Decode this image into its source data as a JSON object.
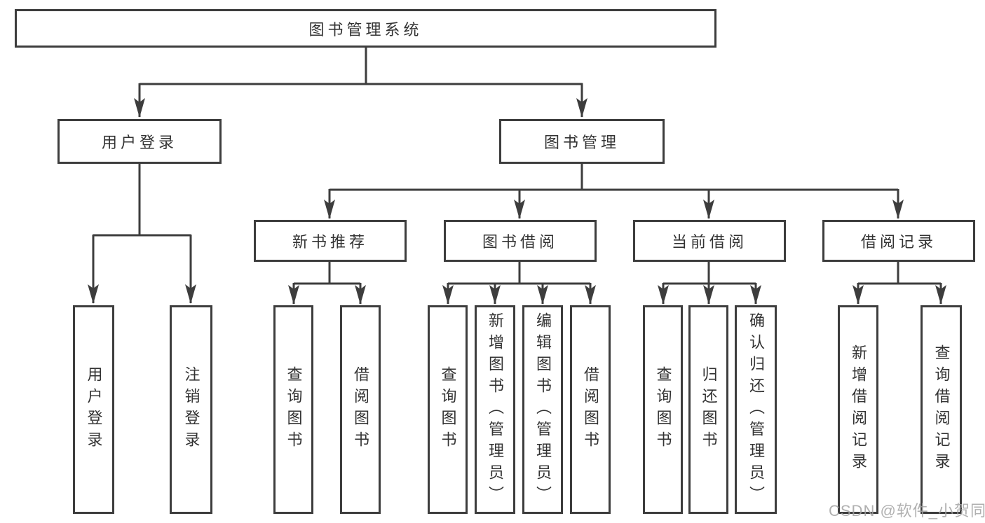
{
  "diagram": {
    "root": {
      "label": "图书管理系统"
    },
    "branches": [
      {
        "label": "用户登录",
        "children": [
          {
            "label": "用户登录"
          },
          {
            "label": "注销登录"
          }
        ]
      },
      {
        "label": "图书管理",
        "children": [
          {
            "label": "新书推荐",
            "children": [
              {
                "label": "查询图书"
              },
              {
                "label": "借阅图书"
              }
            ]
          },
          {
            "label": "图书借阅",
            "children": [
              {
                "label": "查询图书"
              },
              {
                "label": "新增图书（管理员）"
              },
              {
                "label": "编辑图书（管理员）"
              },
              {
                "label": "借阅图书"
              }
            ]
          },
          {
            "label": "当前借阅",
            "children": [
              {
                "label": "查询图书"
              },
              {
                "label": "归还图书"
              },
              {
                "label": "确认归还（管理员）"
              }
            ]
          },
          {
            "label": "借阅记录",
            "children": [
              {
                "label": "新增借阅记录"
              },
              {
                "label": "查询借阅记录"
              }
            ]
          }
        ]
      }
    ]
  },
  "watermark": {
    "text": "CSDN @软件_小贺同学"
  },
  "colors": {
    "line": "#3d3d3d",
    "text": "#333333",
    "background": "#ffffff",
    "watermark": "#a3a3a3"
  }
}
